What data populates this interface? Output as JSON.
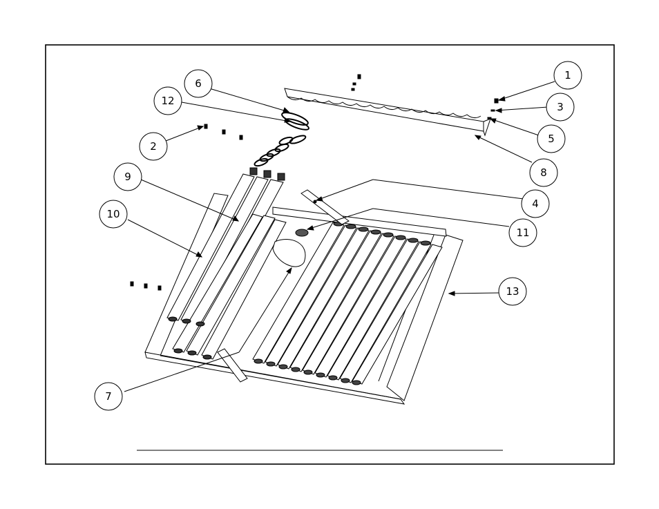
{
  "callouts": [
    {
      "id": "c1",
      "label": "1"
    },
    {
      "id": "c2",
      "label": "2"
    },
    {
      "id": "c3",
      "label": "3"
    },
    {
      "id": "c4",
      "label": "4"
    },
    {
      "id": "c5",
      "label": "5"
    },
    {
      "id": "c6",
      "label": "6"
    },
    {
      "id": "c7",
      "label": "7"
    },
    {
      "id": "c8",
      "label": "8"
    },
    {
      "id": "c9",
      "label": "9"
    },
    {
      "id": "c10",
      "label": "10"
    },
    {
      "id": "c11",
      "label": "11"
    },
    {
      "id": "c12",
      "label": "12"
    },
    {
      "id": "c13",
      "label": "13"
    }
  ],
  "colors": {
    "line": "#000000",
    "paper": "#ffffff"
  }
}
